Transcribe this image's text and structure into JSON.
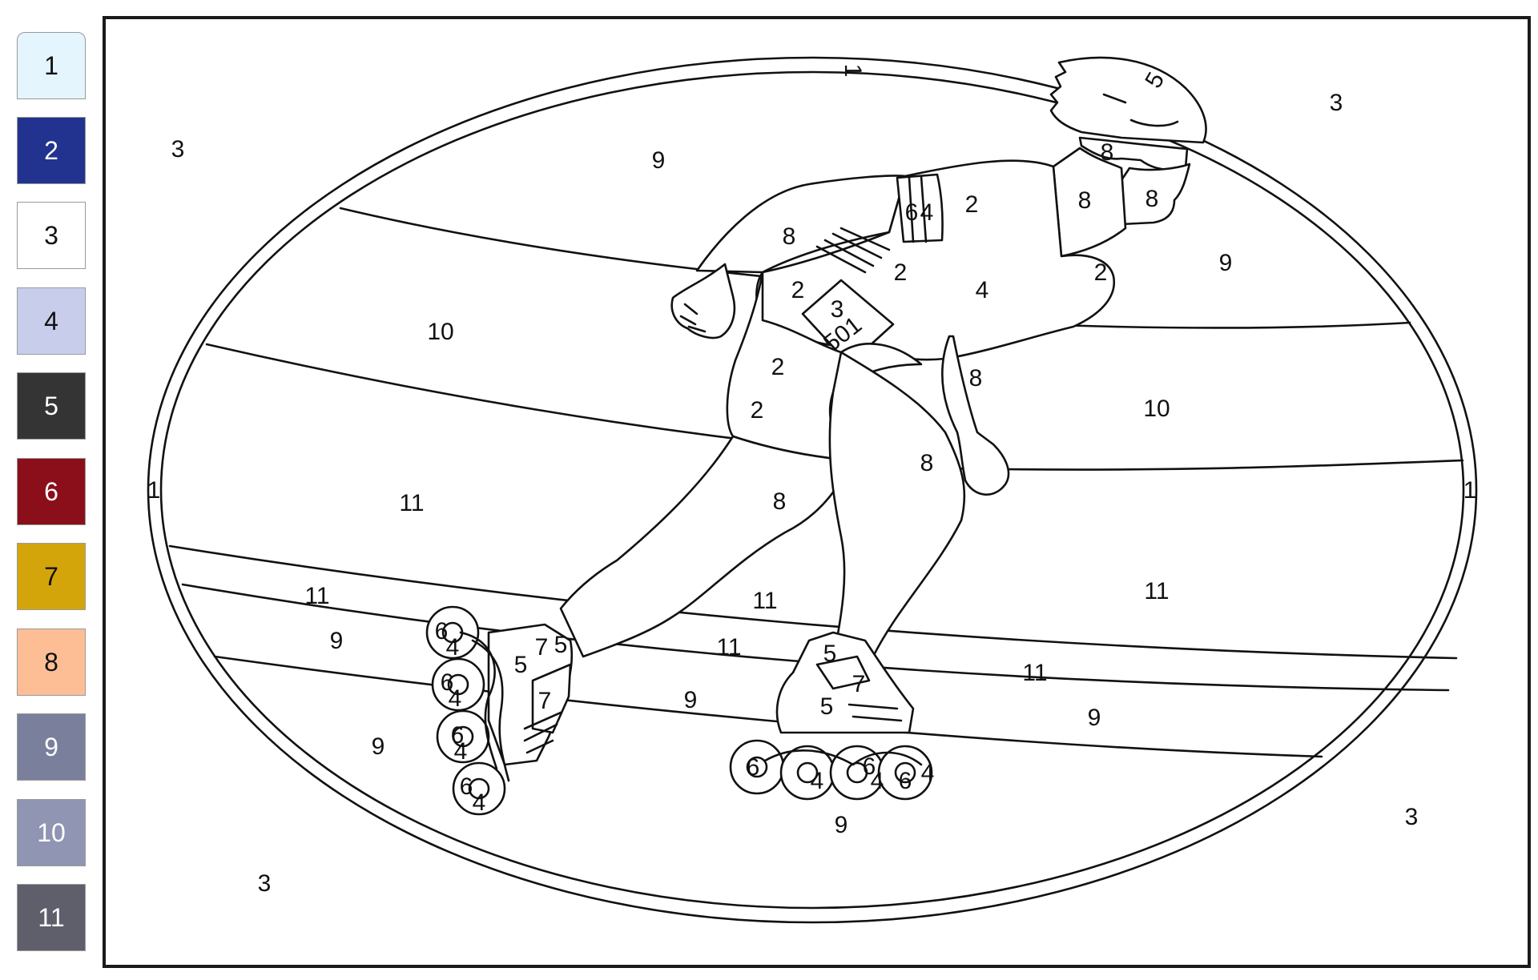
{
  "palette": [
    {
      "label": "1",
      "color": "#e4f5fd",
      "text_color": "#111111"
    },
    {
      "label": "2",
      "color": "#22338f",
      "text_color": "#ffffff"
    },
    {
      "label": "3",
      "color": "#ffffff",
      "text_color": "#111111"
    },
    {
      "label": "4",
      "color": "#c8cdec",
      "text_color": "#111111"
    },
    {
      "label": "5",
      "color": "#343434",
      "text_color": "#ffffff"
    },
    {
      "label": "6",
      "color": "#8a0f1a",
      "text_color": "#ffffff"
    },
    {
      "label": "7",
      "color": "#d4a50a",
      "text_color": "#111111"
    },
    {
      "label": "8",
      "color": "#fdbe96",
      "text_color": "#111111"
    },
    {
      "label": "9",
      "color": "#7a7f9b",
      "text_color": "#ffffff"
    },
    {
      "label": "10",
      "color": "#8f95b2",
      "text_color": "#ffffff"
    },
    {
      "label": "11",
      "color": "#5f5f6b",
      "text_color": "#ffffff"
    }
  ],
  "selected_color": "1",
  "bib_number": "501",
  "region_labels": {
    "bg_top_left": "3",
    "bg_top_right": "3",
    "bg_bottom_left": "3",
    "bg_bottom_right": "3",
    "ring_top": "1",
    "ring_left": "1",
    "ring_right": "1",
    "sky_top": "9",
    "sky_right": "9",
    "band_left": "10",
    "band_right": "10",
    "track_left": "11",
    "track_center": "11",
    "track_right": "11",
    "lane1_left": "11",
    "lane1_mid": "11",
    "lane1_right": "11",
    "lane2_left": "9",
    "lane2_mid": "9",
    "lane2_right": "9",
    "floor_left": "9",
    "floor_bottom": "9",
    "helmet": "5",
    "glasses": "8",
    "face": "8",
    "neck": "8",
    "sleeve": "2",
    "armband_a": "6",
    "armband_b": "4",
    "back": "8",
    "torso": "2",
    "side": "4",
    "chest": "2",
    "bib": "3",
    "hip": "2",
    "shorts": "2",
    "arm": "8",
    "hand": "8",
    "thigh_back": "8",
    "boot_left": "5",
    "boot_left_b": "5",
    "buckle_left": "7",
    "strap_left": "7",
    "boot_right": "5",
    "boot_right_b": "5",
    "buckle_right": "7",
    "wheel_a": "6",
    "wheel_b": "4"
  }
}
